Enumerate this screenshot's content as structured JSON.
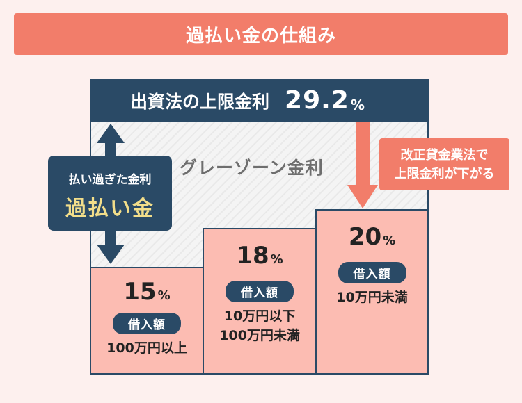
{
  "title": "過払い金の仕組み",
  "legal_cap": {
    "label": "出資法の上限金利",
    "value": "29.2",
    "unit": "%"
  },
  "gray_zone_label": "グレーゾーン金利",
  "overpayment": {
    "line1": "払い過ぎた金利",
    "line2": "過払い金"
  },
  "note": {
    "line1": "改正貸金業法で",
    "line2": "上限金利が下がる"
  },
  "tiers": [
    {
      "rate": "15",
      "unit": "%",
      "pill": "借入額",
      "amount_lines": [
        "100万円以上"
      ]
    },
    {
      "rate": "18",
      "unit": "%",
      "pill": "借入額",
      "amount_lines": [
        "10万円以下",
        "100万円未満"
      ]
    },
    {
      "rate": "20",
      "unit": "%",
      "pill": "借入額",
      "amount_lines": [
        "10万円未満"
      ]
    }
  ],
  "colors": {
    "navy": "#2a4a66",
    "coral": "#f27d6a",
    "salmon": "#fcbcb2",
    "gold": "#f2de8a"
  }
}
